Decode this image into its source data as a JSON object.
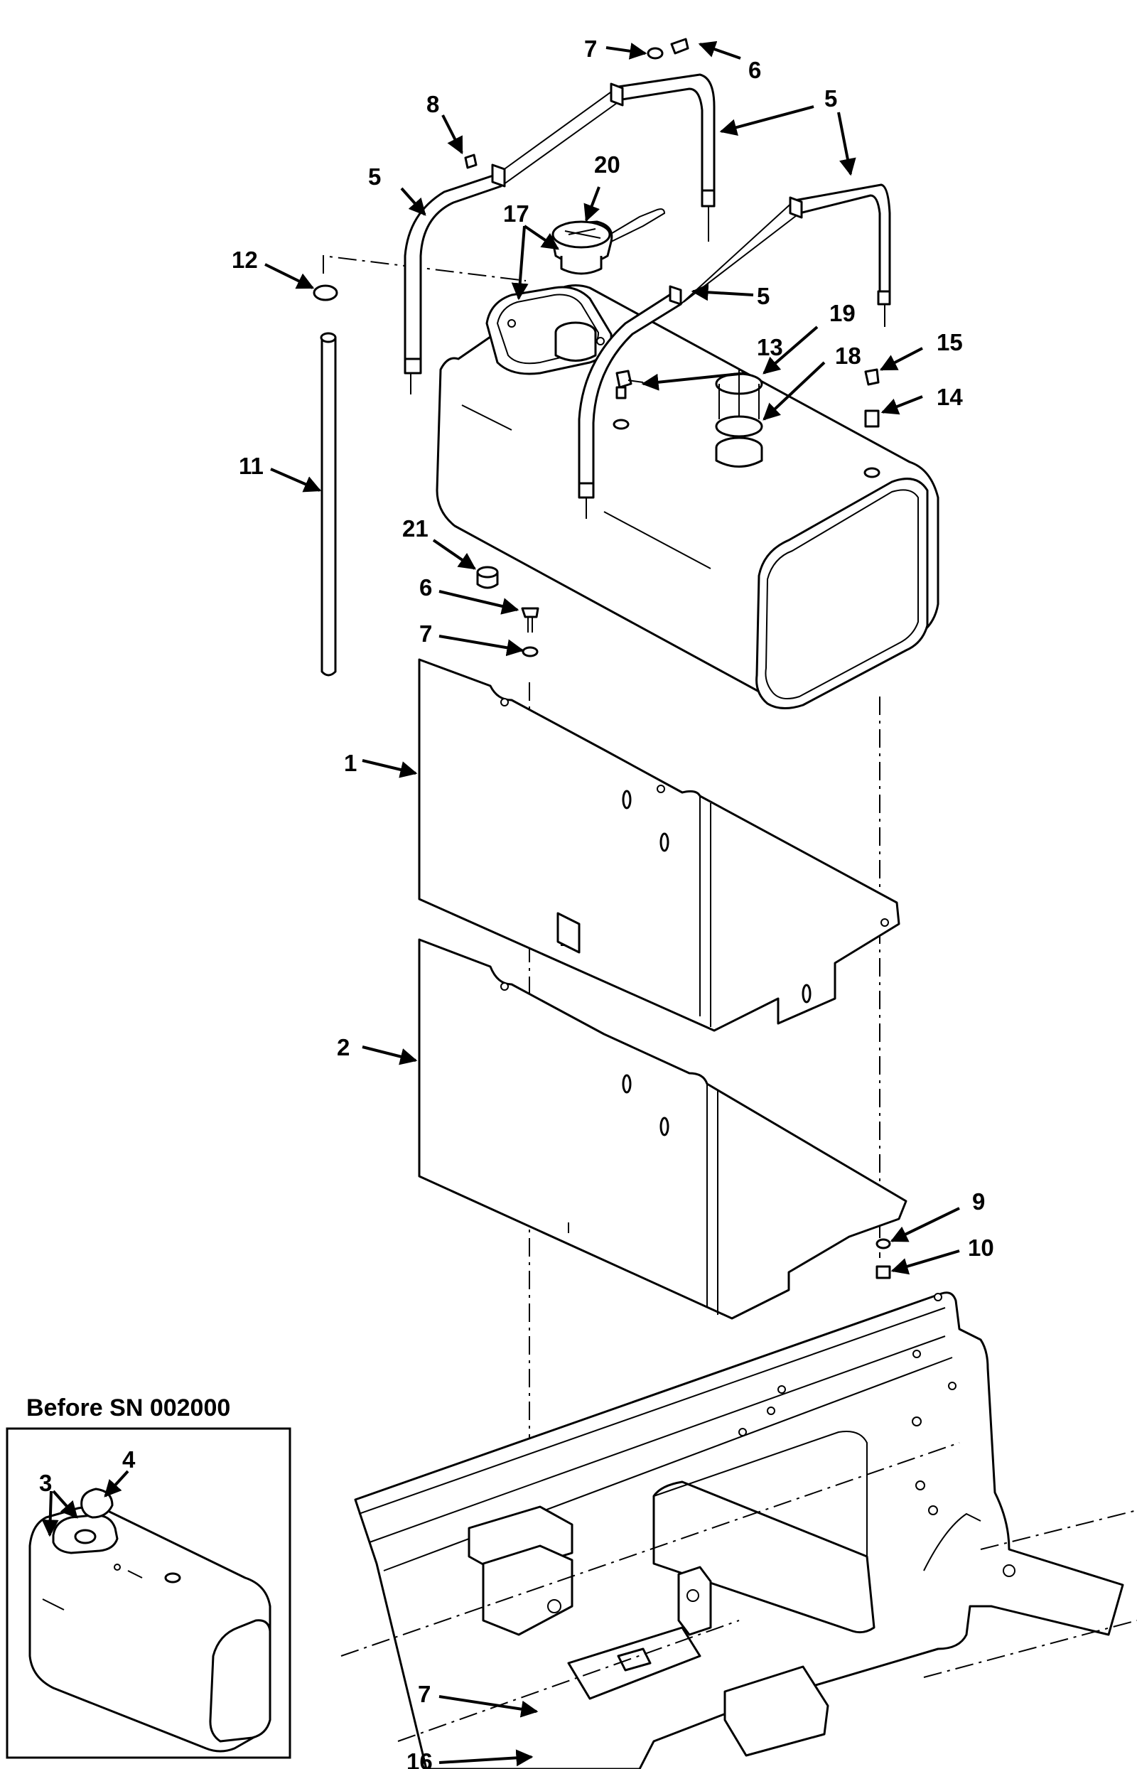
{
  "inset": {
    "title": "Before SN 002000"
  },
  "callouts": {
    "c7a": "7",
    "c6a": "6",
    "c8": "8",
    "c5a": "5",
    "c5b": "5",
    "c20": "20",
    "c17": "17",
    "c12": "12",
    "c5c": "5",
    "c19": "19",
    "c15": "15",
    "c13": "13",
    "c18": "18",
    "c14": "14",
    "c11": "11",
    "c21": "21",
    "c6b": "6",
    "c7b": "7",
    "c1": "1",
    "c2": "2",
    "c9": "9",
    "c10": "10",
    "c3": "3",
    "c4": "4",
    "c7c": "7",
    "c16": "16"
  }
}
